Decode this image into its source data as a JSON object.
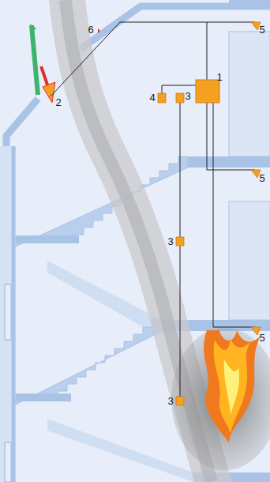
{
  "diagram": {
    "labels": [
      "5",
      "6",
      "1",
      "4",
      "3",
      "2",
      "5",
      "3",
      "5",
      "3"
    ]
  }
}
